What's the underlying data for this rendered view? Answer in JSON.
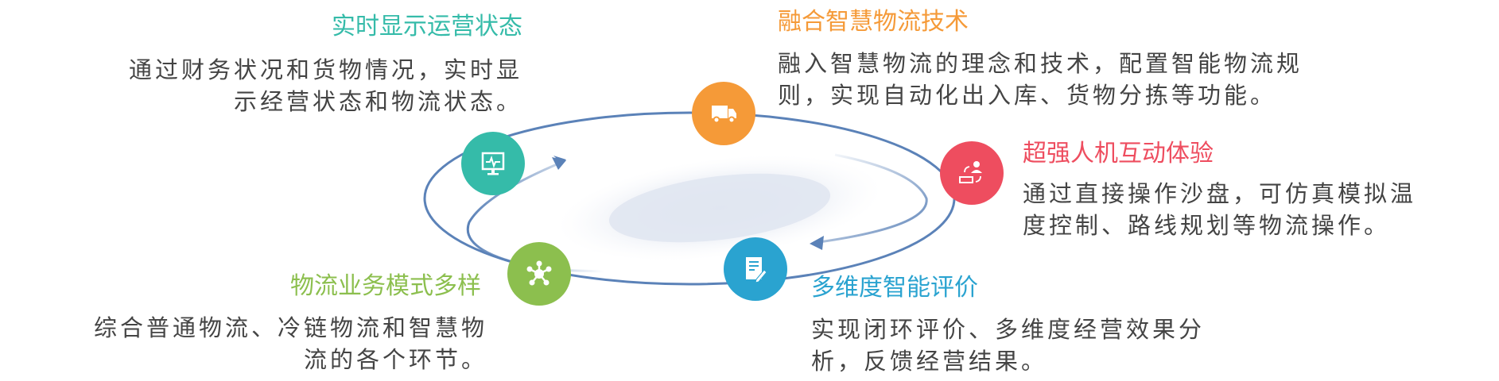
{
  "colors": {
    "teal": "#35bba9",
    "orange": "#f59a38",
    "red": "#ee4d5f",
    "blue": "#2aa3d0",
    "green": "#8cbf4e",
    "ring": "#5b82b8"
  },
  "items": [
    {
      "title": "实时显示运营状态",
      "lines": [
        "通过财务状况和货物情况，实时显",
        "示经营状态和物流状态。"
      ],
      "icon": "monitor-icon"
    },
    {
      "title": "融合智慧物流技术",
      "lines": [
        "融入智慧物流的理念和技术，配置智能物流规",
        "则，实现自动化出入库、货物分拣等功能。"
      ],
      "icon": "truck-icon"
    },
    {
      "title": "超强人机互动体验",
      "lines": [
        "通过直接操作沙盘，可仿真模拟温",
        "度控制、路线规划等物流操作。"
      ],
      "icon": "user-device-icon"
    },
    {
      "title": "多维度智能评价",
      "lines": [
        "实现闭环评价、多维度经营效果分",
        "析，反馈经营结果。"
      ],
      "icon": "document-pen-icon"
    },
    {
      "title": "物流业务模式多样",
      "lines": [
        "综合普通物流、冷链物流和智慧物",
        "流的各个环节。"
      ],
      "icon": "network-icon"
    }
  ]
}
